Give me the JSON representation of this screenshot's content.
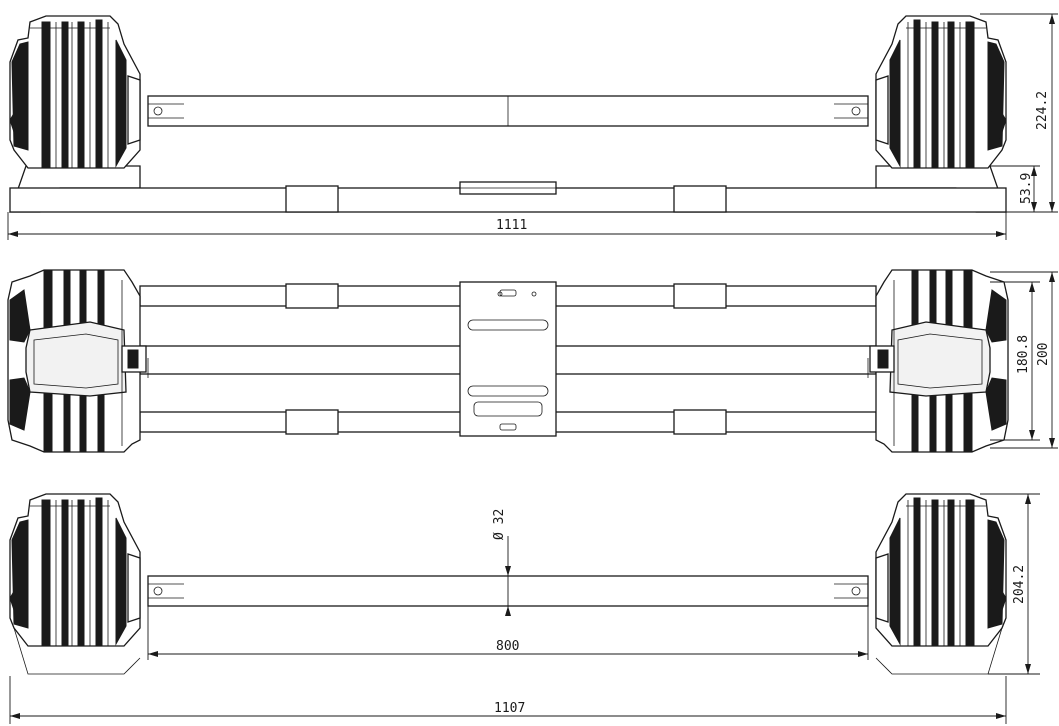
{
  "views": {
    "side": {
      "overall_length": "1111",
      "height": "224.2",
      "base_height": "53.9"
    },
    "top": {
      "inner_width": "180.8",
      "outer_width": "200"
    },
    "front": {
      "bar_diameter": "Ø 32",
      "handle_length": "800",
      "overall_length": "1107",
      "height": "204.2"
    }
  }
}
